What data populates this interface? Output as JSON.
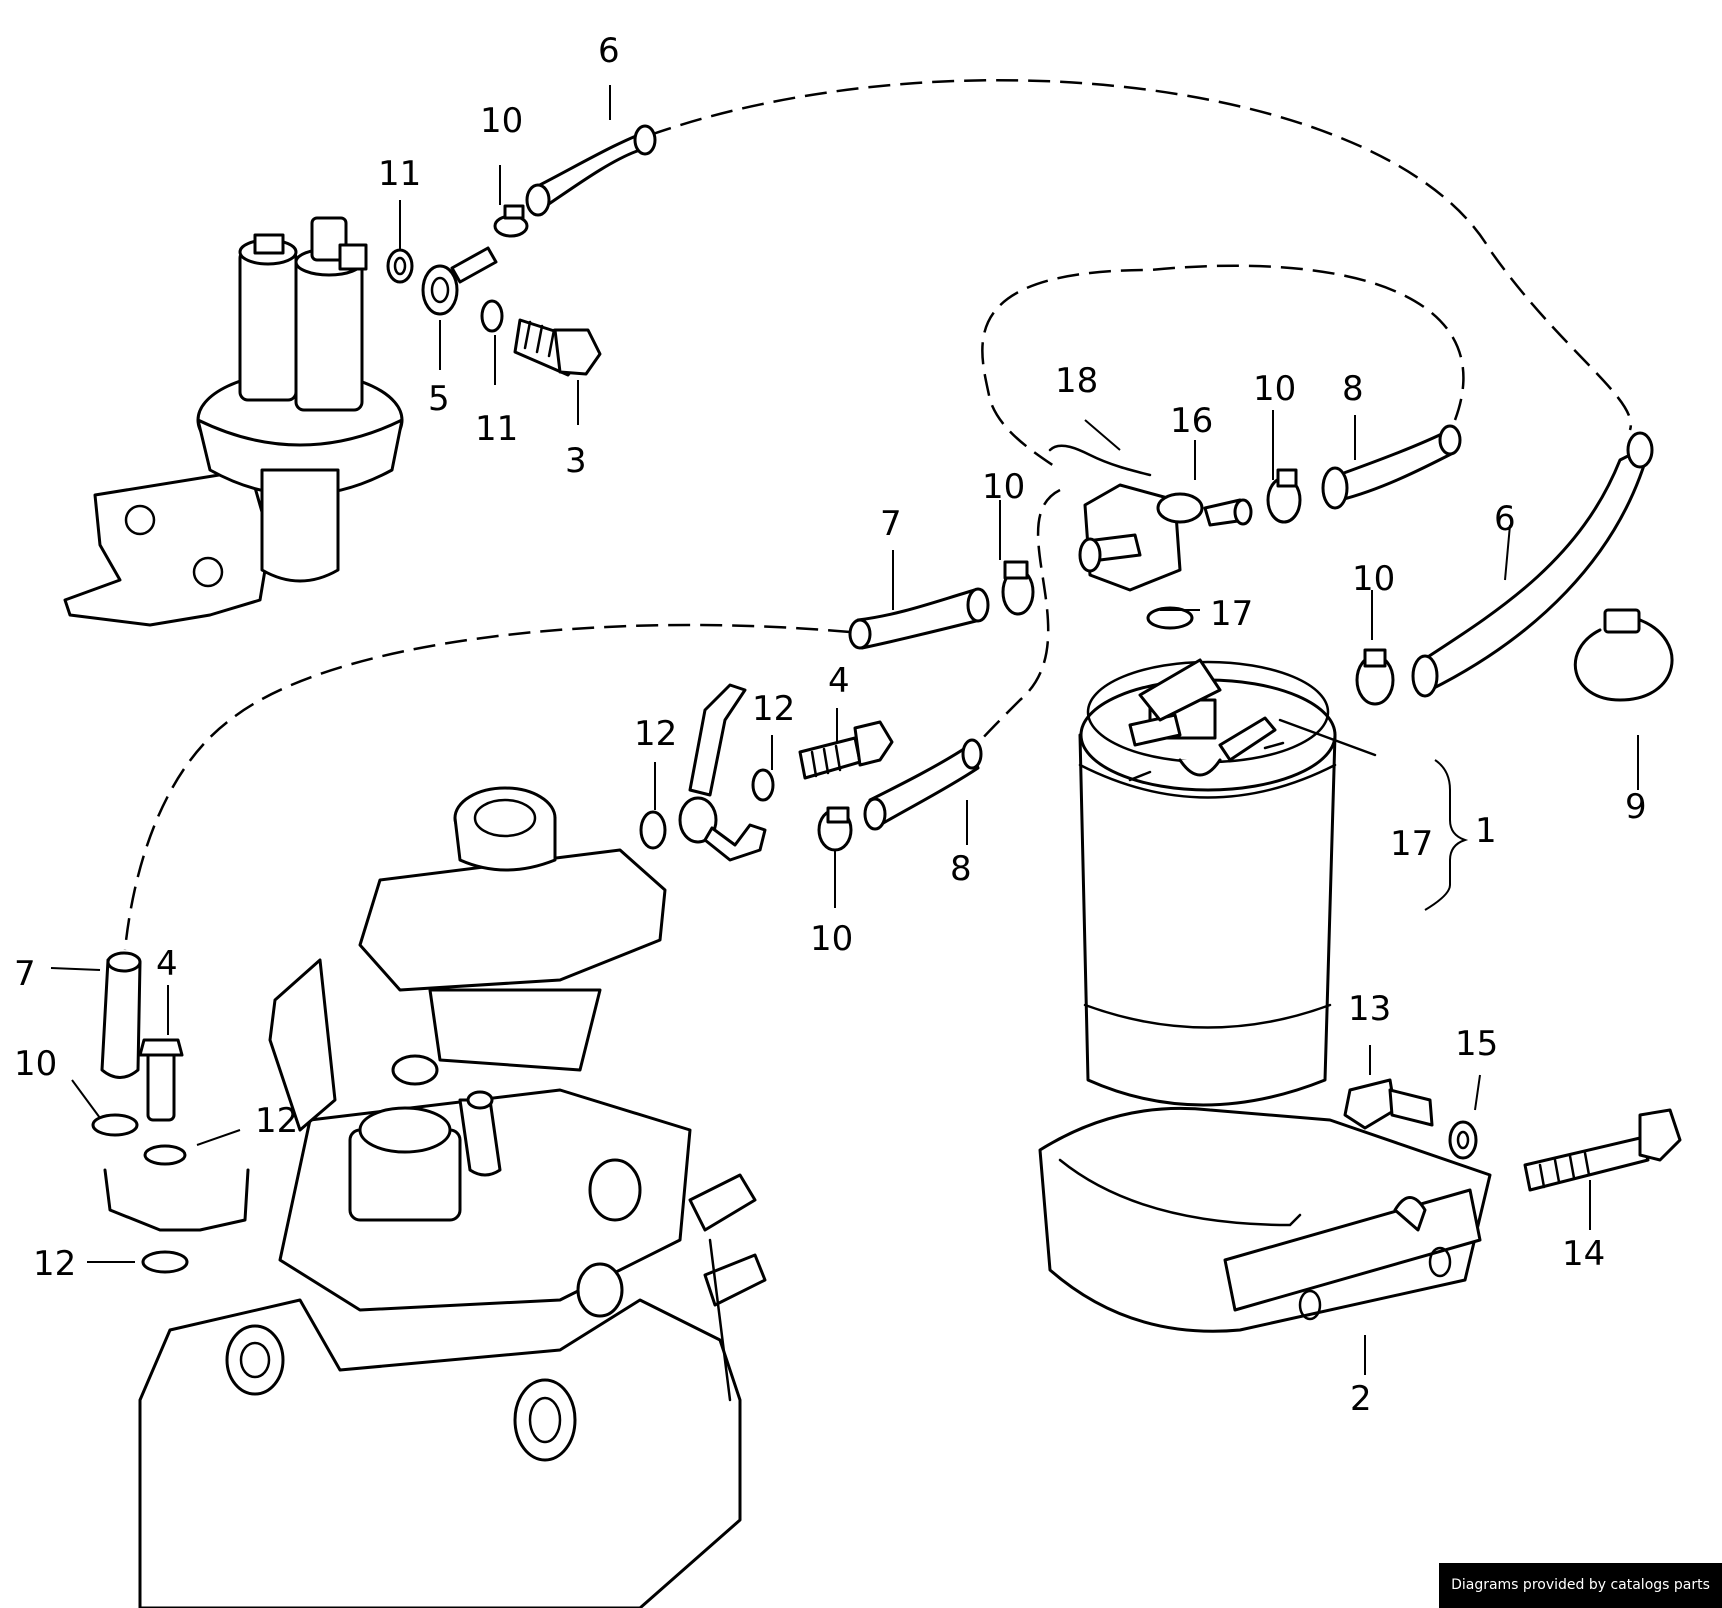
{
  "diagram": {
    "callouts": [
      "1",
      "2",
      "3",
      "4",
      "4",
      "5",
      "6",
      "6",
      "7",
      "7",
      "8",
      "8",
      "9",
      "10",
      "10",
      "10",
      "10",
      "10",
      "10",
      "11",
      "11",
      "12",
      "12",
      "12",
      "12",
      "13",
      "14",
      "15",
      "16",
      "17",
      "17",
      "18"
    ]
  },
  "credit": {
    "text": "Diagrams provided by catalogs parts"
  }
}
